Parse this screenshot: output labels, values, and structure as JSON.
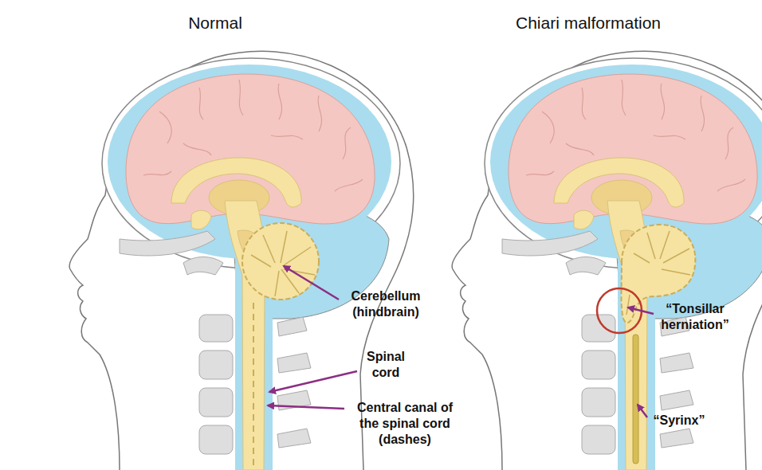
{
  "diagram": {
    "labels": [
      "Normal",
      "Chiari malformation",
      "Cerebellum (hindbrain)",
      "Spinal cord",
      "Central canal of the spinal cord (dashes)",
      "“Tonsillar herniation”",
      "“Syrinx”"
    ]
  }
}
